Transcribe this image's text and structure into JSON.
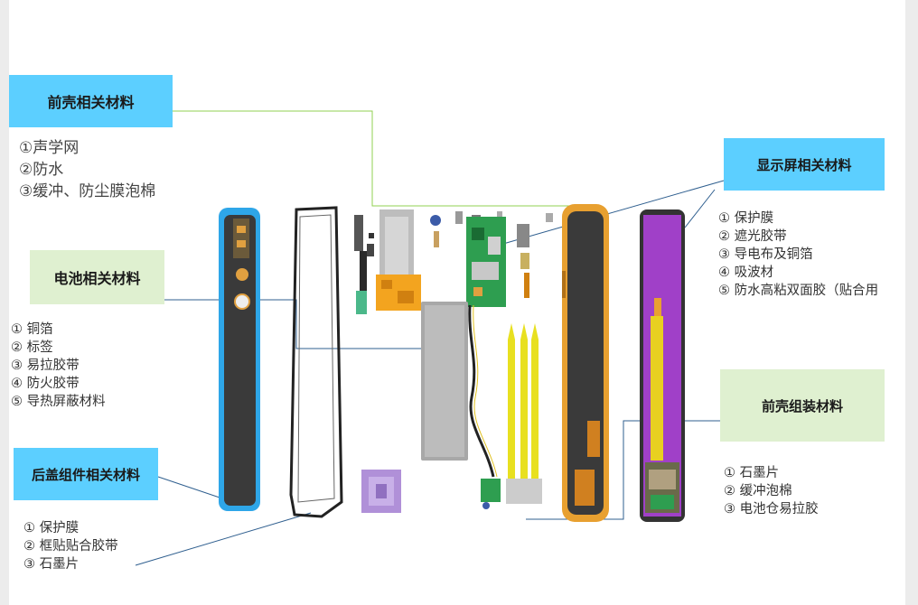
{
  "sections": {
    "front_shell": {
      "title": "前壳相关材料",
      "items": [
        "①声学网",
        "②防水",
        "③缓冲、防尘膜泡棉"
      ]
    },
    "battery": {
      "title": "电池相关材料",
      "items": [
        "① 铜箔",
        "② 标签",
        "③ 易拉胶带",
        "④ 防火胶带",
        "⑤ 导热屏蔽材料"
      ]
    },
    "back_cover": {
      "title": "后盖组件相关材料",
      "items": [
        "① 保护膜",
        "② 框贴贴合胶带",
        "③ 石墨片"
      ]
    },
    "display": {
      "title": "显示屏相关材料",
      "items": [
        "① 保护膜",
        "② 遮光胶带",
        "③ 导电布及铜箔",
        "④ 吸波材",
        "⑤ 防水高粘双面胶（贴合用"
      ]
    },
    "front_assembly": {
      "title": "前壳组装材料",
      "items": [
        "① 石墨片",
        "② 缓冲泡棉",
        "③ 电池仓易拉胶"
      ]
    }
  },
  "colors": {
    "blue_box": "#5ccfff",
    "green_box": "#dff0d0",
    "leader_blue": "#2f5f8f",
    "leader_green": "#92d050",
    "back_cover_frame": "#2ea6e8",
    "front_frame": "#e8a030",
    "display_purple": "#a040c8",
    "yellow_tape": "#e8e020",
    "pcb_green": "#2e9e50"
  }
}
